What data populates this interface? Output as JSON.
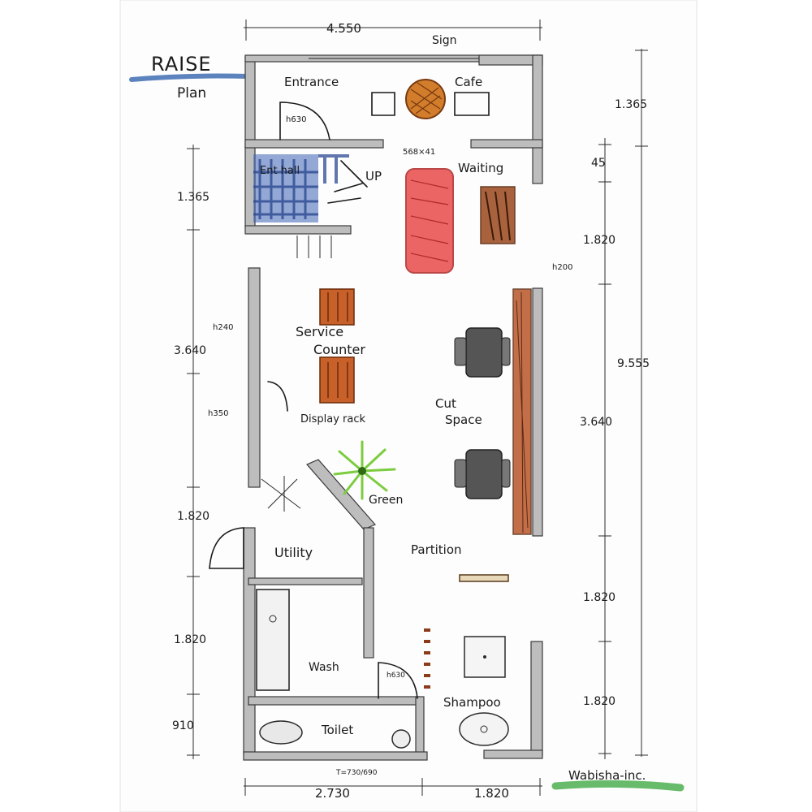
{
  "title": {
    "brand": "RAISE",
    "subtitle": "Plan"
  },
  "signature": "Wabisha-inc.",
  "colors": {
    "title_underline": "#3f6db3",
    "signature_underline": "#4caf50",
    "counter": "#c8602a",
    "sofa": "#e94b4b",
    "entrance_hall": "#3e63b5",
    "green": "#7ccc3e",
    "mirror_shelf": "#b8562a",
    "cafe_table": "#d27d2c"
  },
  "rooms": {
    "entrance": "Entrance",
    "cafe": "Cafe",
    "sign": "Sign",
    "ent_hall": "Ent hall",
    "up": "UP",
    "waiting": "Waiting",
    "service_counter_1": "Service",
    "service_counter_2": "Counter",
    "display_rack": "Display rack",
    "cut_space_1": "Cut",
    "cut_space_2": "Space",
    "green": "Green",
    "utility": "Utility",
    "partition": "Partition",
    "wash": "Wash",
    "shampoo": "Shampoo",
    "toilet": "Toilet"
  },
  "notes": {
    "h_entrance": "h630",
    "h_window": "h240",
    "h_display": "h350",
    "h_waiting": "h200",
    "h_wash": "h630",
    "step": "568×41",
    "toilet_note": "T=730/690"
  },
  "dimensions": {
    "top_total": "4.550",
    "left": [
      "1.365",
      "3.640",
      "1.820",
      "1.820",
      "910"
    ],
    "right_outer": [
      "1.365",
      "9.555"
    ],
    "right_inner": [
      "45",
      "1.820",
      "3.640",
      "1.820",
      "1.820"
    ],
    "bottom": [
      "2.730",
      "1.820"
    ]
  }
}
